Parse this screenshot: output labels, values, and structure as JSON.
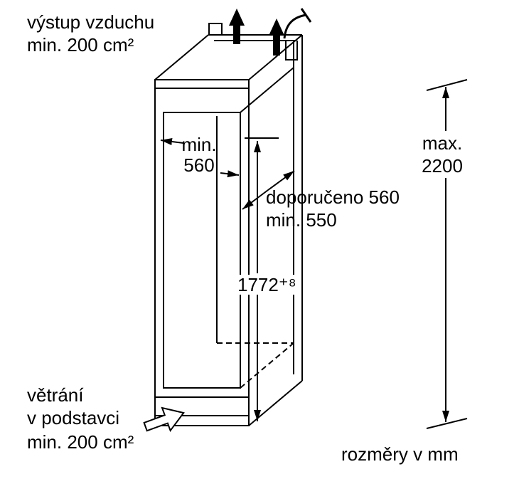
{
  "diagram": {
    "type": "appliance-installation-dimension-drawing",
    "units_note": "rozměry v mm",
    "colors": {
      "line": "#000000",
      "background": "#ffffff",
      "text": "#000000"
    },
    "annotations": {
      "air_outlet": {
        "line1": "výstup vzduchu",
        "line2": "min. 200 cm²"
      },
      "niche_width": {
        "line1": "min.",
        "line2": "560"
      },
      "niche_depth": {
        "line1": "doporučeno 560",
        "line2": "min. 550"
      },
      "niche_height": {
        "value": "1772⁺⁸"
      },
      "max_height": {
        "line1": "max.",
        "line2": "2200"
      },
      "plinth_vent": {
        "line1": "větrání",
        "line2": "v podstavci",
        "line3": "min. 200 cm²"
      }
    },
    "icons": [
      "air-flow-up-arrow",
      "air-flow-up-arrow",
      "power-cable-symbol",
      "plinth-airflow-arrow"
    ]
  }
}
